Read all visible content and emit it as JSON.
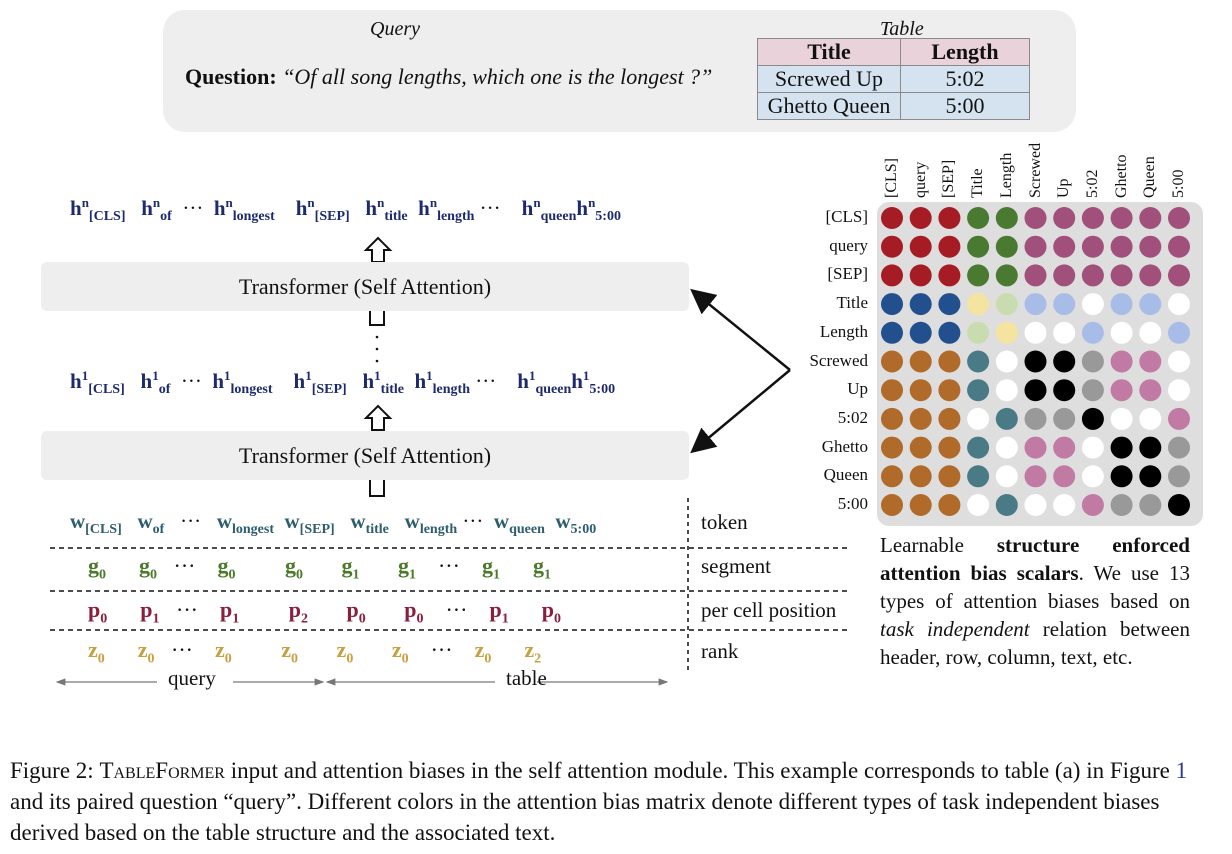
{
  "query_caption": "Query",
  "table_caption": "Table",
  "question_label": "Question:",
  "question_text": "“Of all song lengths, which one is the longest ?”",
  "table": {
    "headers": [
      "Title",
      "Length"
    ],
    "rows": [
      [
        "Screwed Up",
        "5:02"
      ],
      [
        "Ghetto Queen",
        "5:00"
      ]
    ]
  },
  "transformer_label": "Transformer (Self Attention)",
  "h_layer_n": {
    "base": "h",
    "sup": "n"
  },
  "h_layer_1": {
    "base": "h",
    "sup": "1"
  },
  "h_subs": [
    "[CLS]",
    "of",
    "longest",
    "[SEP]",
    "title",
    "length",
    "queen",
    "5:00"
  ],
  "w_base": "w",
  "w_subs": [
    "[CLS]",
    "of",
    "longest",
    "[SEP]",
    "title",
    "length",
    "queen",
    "5:00"
  ],
  "g_row": {
    "base": "g",
    "subs": [
      "0",
      "0",
      "0",
      "0",
      "1",
      "1",
      "1",
      "1"
    ]
  },
  "p_row": {
    "base": "p",
    "subs": [
      "0",
      "1",
      "1",
      "2",
      "0",
      "0",
      "1",
      "0"
    ]
  },
  "z_row": {
    "base": "z",
    "subs": [
      "0",
      "0",
      "0",
      "0",
      "0",
      "0",
      "0",
      "2"
    ]
  },
  "ellipsis": "···",
  "row_labels": [
    "token",
    "segment",
    "per cell position",
    "rank"
  ],
  "span_labels": [
    "query",
    "table"
  ],
  "matrix": {
    "col_labels": [
      "[CLS]",
      "query",
      "[SEP]",
      "Title",
      "Length",
      "Screwed",
      "Up",
      "5:02",
      "Ghetto",
      "Queen",
      "5:00"
    ],
    "row_labels": [
      "[CLS]",
      "query",
      "[SEP]",
      "Title",
      "Length",
      "Screwed",
      "Up",
      "5:02",
      "Ghetto",
      "Queen",
      "5:00"
    ],
    "palette": {
      "R": "#a61c24",
      "G": "#4a7a32",
      "M": "#a0507a",
      "B": "#22508e",
      "Y": "#f5e3a0",
      "L": "#c8dcb0",
      "P": "#a8bce8",
      "W": "#ffffff",
      "O": "#b06a2a",
      "T": "#4a7a86",
      "K": "#000000",
      "A": "#999999",
      "N": "#c07aa4"
    },
    "cells": [
      "RRRGGMMMMMM",
      "RRRGGMMMMMM",
      "RRRGGMMMMMM",
      "BBBYLPPWPPW",
      "BBBLYWWPWWP",
      "OOOTWKKANNW",
      "OOOTWKKANNW",
      "OOOWTAAKWWN",
      "OOOTWNNWKKA",
      "OOOTWNNWKKA",
      "OOOWTWWNAAK"
    ]
  },
  "note": {
    "pre": "Learnable ",
    "bold": "structure enforced attention bias scalars",
    "mid": ". We use 13 types of attention biases based on ",
    "italic": "task independent",
    "post": " relation between header, row, column, text, etc."
  },
  "caption": {
    "prefix": "Figure 2: ",
    "name": "TableFormer",
    "part1": " input and attention biases in the self attention module. This example corresponds to table (a) in Figure ",
    "ref": "1",
    "part2": " and its paired question “query”. Different colors in the attention bias matrix denote different types of task independent biases derived based on the table structure and the associated text."
  }
}
